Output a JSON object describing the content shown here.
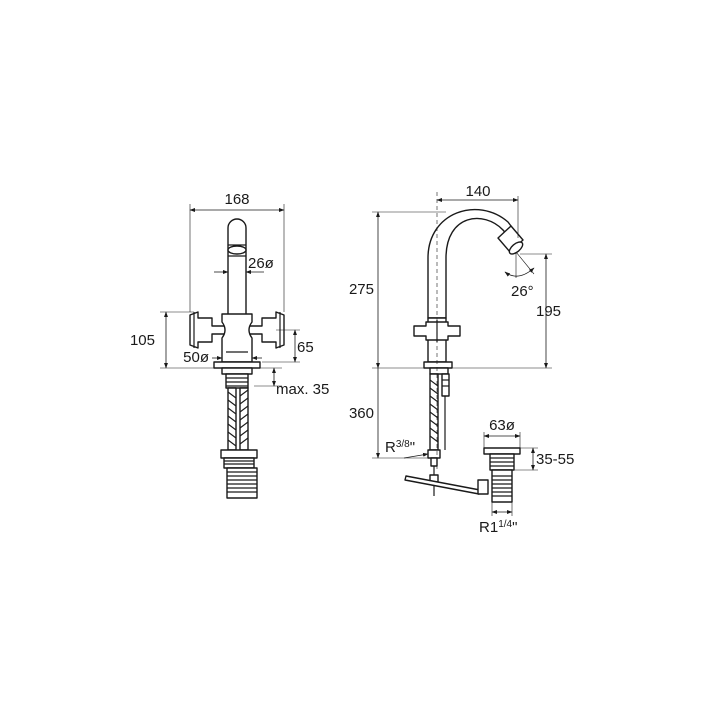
{
  "front_view": {
    "width": "168",
    "spout_diameter": "26ø",
    "handle_height": "105",
    "body_diameter": "50ø",
    "body_height": "65",
    "max_deck": "max. 35"
  },
  "side_view": {
    "reach": "140",
    "total_height": "275",
    "spout_angle": "26°",
    "spout_height": "195",
    "hose_length": "360",
    "inlet_thread_prefix": "R",
    "inlet_thread_fraction": "3/8",
    "inlet_thread_suffix": "\""
  },
  "waste_valve": {
    "diameter": "63ø",
    "thickness": "35-55",
    "thread_prefix": "R1",
    "thread_fraction": "1/4",
    "thread_suffix": "\""
  }
}
